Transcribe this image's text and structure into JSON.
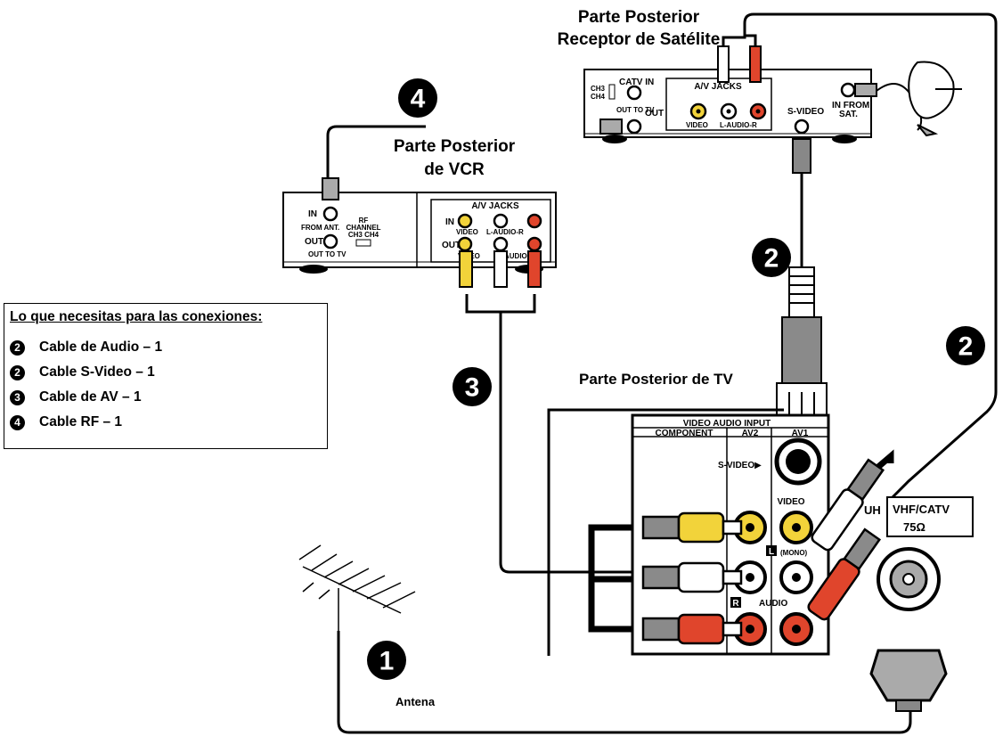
{
  "labels": {
    "sat_title_1": "Parte Posterior",
    "sat_title_2": "Receptor de Satélite",
    "vcr_title_1": "Parte Posterior",
    "vcr_title_2": "de VCR",
    "tv_title": "Parte Posterior de TV",
    "antenna": "Antena"
  },
  "satellite": {
    "ch3": "CH3",
    "ch4": "CH4",
    "catv_in": "CATV IN",
    "out_to_tv": "OUT TO TV",
    "av_jacks": "A/V JACKS",
    "out": "OUT",
    "video": "VIDEO",
    "l_audio_r": "L-AUDIO-R",
    "s_video": "S-VIDEO",
    "in_from": "IN FROM",
    "sat": "SAT."
  },
  "vcr": {
    "in": "IN",
    "from_ant": "FROM ANT.",
    "out": "OUT",
    "out_to_tv": "OUT TO TV",
    "rf": "RF",
    "channel": "CHANNEL",
    "ch3_ch4": "CH3  CH4",
    "av_jacks": "A/V JACKS",
    "in2": "IN",
    "video": "VIDEO",
    "l_audio_r": "L-AUDIO-R",
    "out2": "OUT",
    "video2": "VIDEO",
    "audio": "AUDIO"
  },
  "tv": {
    "video_audio_input": "VIDEO AUDIO INPUT",
    "component": "COMPONENT",
    "av2": "AV2",
    "av1": "AV1",
    "s_video": "S-VIDEO▶",
    "video": "VIDEO",
    "l": "L",
    "mono": "(MONO)",
    "r": "R",
    "audio": "AUDIO",
    "uh": "UH",
    "vhf_catv": "VHF/CATV",
    "ohm": "75Ω"
  },
  "badges": {
    "b1": "1",
    "b2a": "2",
    "b2b": "2",
    "b3": "3",
    "b4": "4"
  },
  "legend": {
    "title": "Lo que necesitas para las conexiones:",
    "items": [
      {
        "num": "2",
        "label": "Cable de Audio – 1"
      },
      {
        "num": "2",
        "label": "Cable S-Video – 1"
      },
      {
        "num": "3",
        "label": "Cable de AV – 1"
      },
      {
        "num": "4",
        "label": "Cable RF – 1"
      }
    ]
  },
  "colors": {
    "yellow": "#f2d33a",
    "red": "#e0452c",
    "white": "#ffffff",
    "black": "#000000",
    "gray": "#8a8a8a"
  }
}
